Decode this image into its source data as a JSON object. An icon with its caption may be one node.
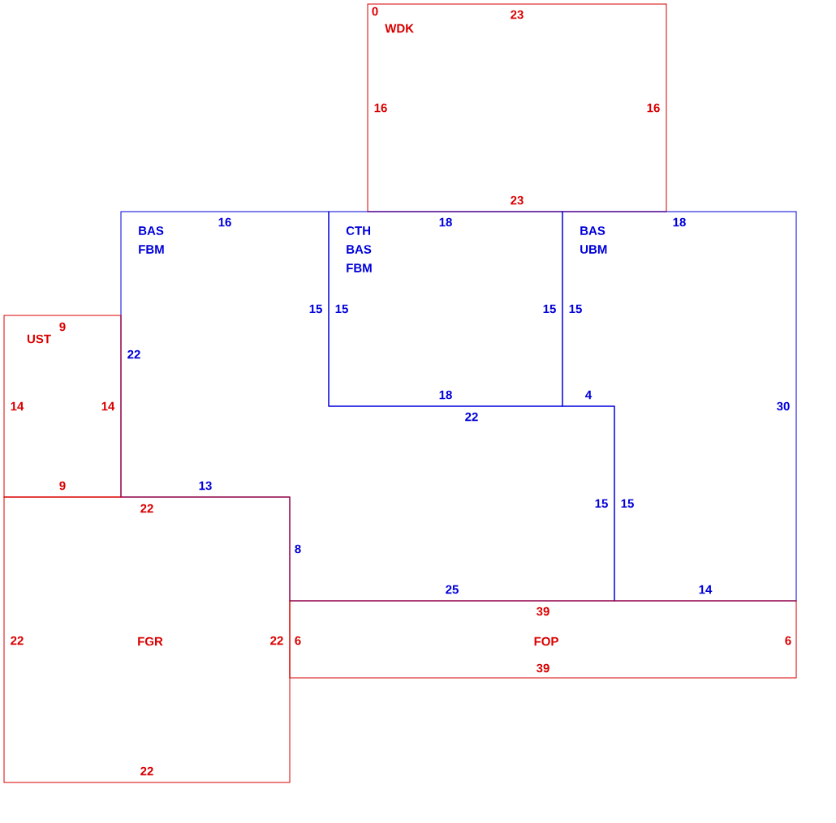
{
  "diagram": {
    "nodes": [
      {
        "text": [
          "WDK"
        ]
      },
      {
        "text": [
          "BAS FBM"
        ]
      },
      {
        "text": [
          "CTH BAS FBM"
        ]
      },
      {
        "text": [
          "BAS UBM"
        ]
      },
      {
        "text": [
          "UST"
        ]
      },
      {
        "text": [
          "FGR"
        ]
      },
      {
        "text": [
          "FOP"
        ]
      }
    ],
    "labels": [
      "0",
      "23",
      "16",
      "16",
      "23",
      "16",
      "18",
      "18",
      "15",
      "15",
      "15",
      "15",
      "9",
      "22",
      "18",
      "4",
      "14",
      "14",
      "30",
      "22",
      "9",
      "13",
      "22",
      "15",
      "15",
      "8",
      "25",
      "14",
      "39",
      "22",
      "22",
      "6",
      "6",
      "39",
      "22"
    ]
  }
}
